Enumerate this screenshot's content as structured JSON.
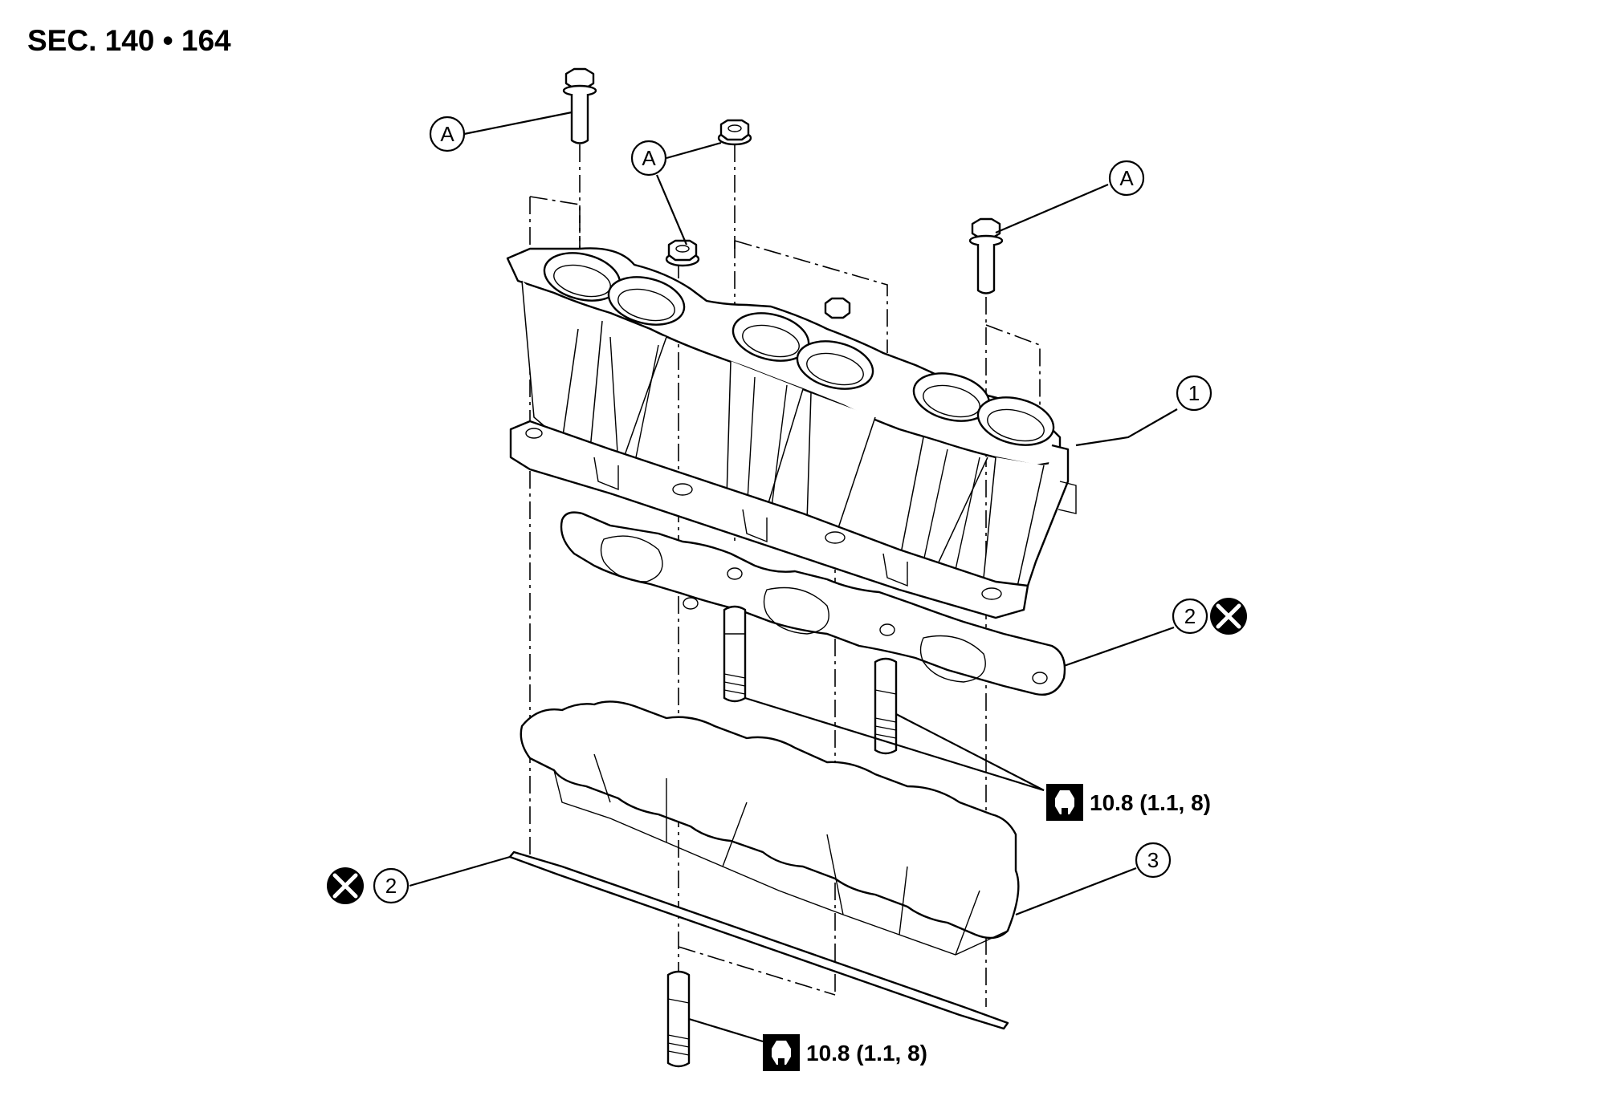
{
  "section": "SEC. 140 • 164",
  "callouts": {
    "bolt_a_1": "A",
    "nut_a_2": "A",
    "nut_a_3": "A",
    "bolt_a_4": "A",
    "manifold": "1",
    "gasket_upper": "2",
    "gasket_lower": "2",
    "insulator": "3"
  },
  "torque": {
    "upper_studs": "10.8 (1.1, 8)",
    "lower_stud": "10.8 (1.1, 8)"
  },
  "icons": {
    "do_not_reuse": "x-circle-icon",
    "torque_wrench": "torque-wrench-icon"
  }
}
